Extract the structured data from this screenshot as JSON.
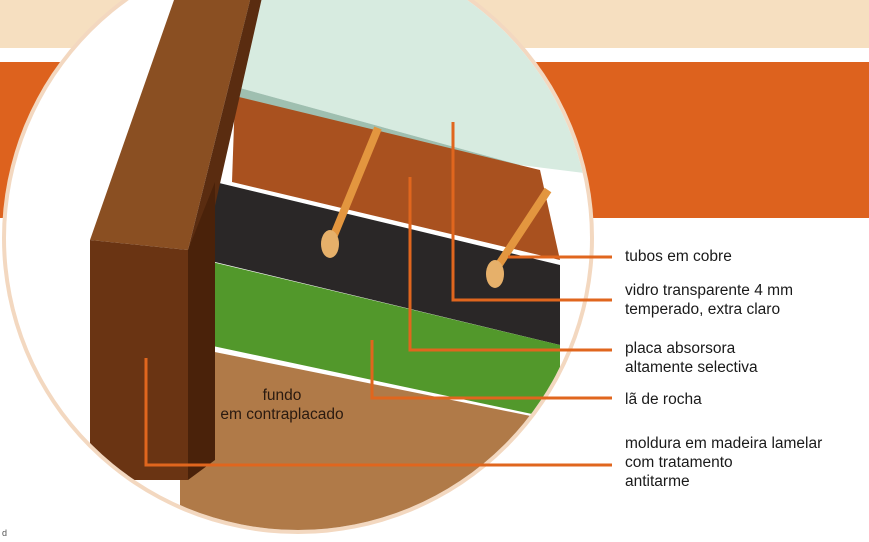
{
  "colors": {
    "band_top": "#f6dfc0",
    "band_orange": "#dd621e",
    "leader_lines": "#e0661e",
    "frame_wood": "#6a3413",
    "glass": "#d7ebe0",
    "absorber_plate": "#a9511f",
    "black_layer": "#2a2727",
    "rock_wool": "#52982b",
    "plywood_bottom": "#b07a48",
    "copper_tube": "#e3963f"
  },
  "labels": {
    "tubos": "tubos em cobre",
    "vidro_1": "vidro transparente 4 mm",
    "vidro_2": "temperado, extra claro",
    "placa_1": "placa absorsora",
    "placa_2": "altamente selectiva",
    "la": "lã de rocha",
    "moldura_1": "moldura em madeira lamelar",
    "moldura_2": "com tratamento",
    "moldura_3": "antitarme",
    "fundo_1": "fundo",
    "fundo_2": "em contraplacado"
  },
  "footnote": "d"
}
